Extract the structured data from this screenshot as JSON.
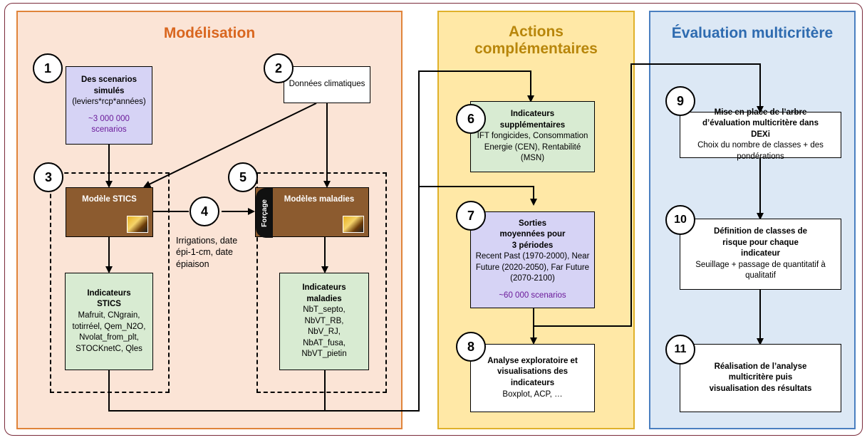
{
  "colors": {
    "modelisation_bg": "#fbe4d6",
    "modelisation_border": "#e0843a",
    "modelisation_title": "#d9661f",
    "actions_bg": "#ffe8a6",
    "actions_border": "#e0b12a",
    "actions_title": "#b8860b",
    "evaluation_bg": "#dce8f5",
    "evaluation_border": "#4a7fc0",
    "evaluation_title": "#2e6bb0",
    "green_box": "#d8ebd2",
    "lavender_box": "#d6d3f5",
    "brown_model": "#8c5b2f",
    "purple_text": "#6b1a9a"
  },
  "sections": {
    "modelisation": "Modélisation",
    "actions": "Actions complémentaires",
    "evaluation": "Évaluation multicritère"
  },
  "steps": {
    "s1": {
      "num": "1",
      "title": "Des scenarios simulés",
      "text": "(leviers*rcp*années)",
      "highlight": "~3 000 000 scenarios"
    },
    "s2": {
      "num": "2",
      "title": "Données climatiques"
    },
    "s3": {
      "num": "3",
      "model": "Modèle STICS",
      "ind_title": "Indicateurs STICS",
      "ind_text": "Mafruit, CNgrain, totirréel, Qem_N2O, Nvolat_from_plt, STOCKnetC, Qles"
    },
    "s4": {
      "num": "4",
      "text": "Irrigations, date épi-1-cm, date épiaison"
    },
    "s5": {
      "num": "5",
      "model": "Modèles maladies",
      "forcage": "Forçage",
      "ind_title": "Indicateurs maladies",
      "ind_text": "NbT_septo, NbVT_RB, NbV_RJ, NbAT_fusa, NbVT_pietin"
    },
    "s6": {
      "num": "6",
      "title": "Indicateurs supplémentaires",
      "text": "IFT fongicides, Consommation Energie (CEN), Rentabilité (MSN)"
    },
    "s7": {
      "num": "7",
      "title": "Sorties moyennées pour 3 périodes",
      "text": "Recent Past (1970-2000), Near Future (2020-2050), Far Future (2070-2100)",
      "highlight": "~60 000 scenarios"
    },
    "s8": {
      "num": "8",
      "title": "Analyse exploratoire et visualisations des indicateurs",
      "text": "Boxplot, ACP, …"
    },
    "s9": {
      "num": "9",
      "title": "Mise en place de l’arbre d’évaluation multicritère dans DEXi",
      "text": "Choix du nombre de classes + des pondérations"
    },
    "s10": {
      "num": "10",
      "title": "Définition de classes de risque pour chaque indicateur",
      "text": "Seuillage + passage de quantitatif à qualitatif"
    },
    "s11": {
      "num": "11",
      "title": "Réalisation de l’analyse multicritère puis visualisation des résultats"
    }
  }
}
